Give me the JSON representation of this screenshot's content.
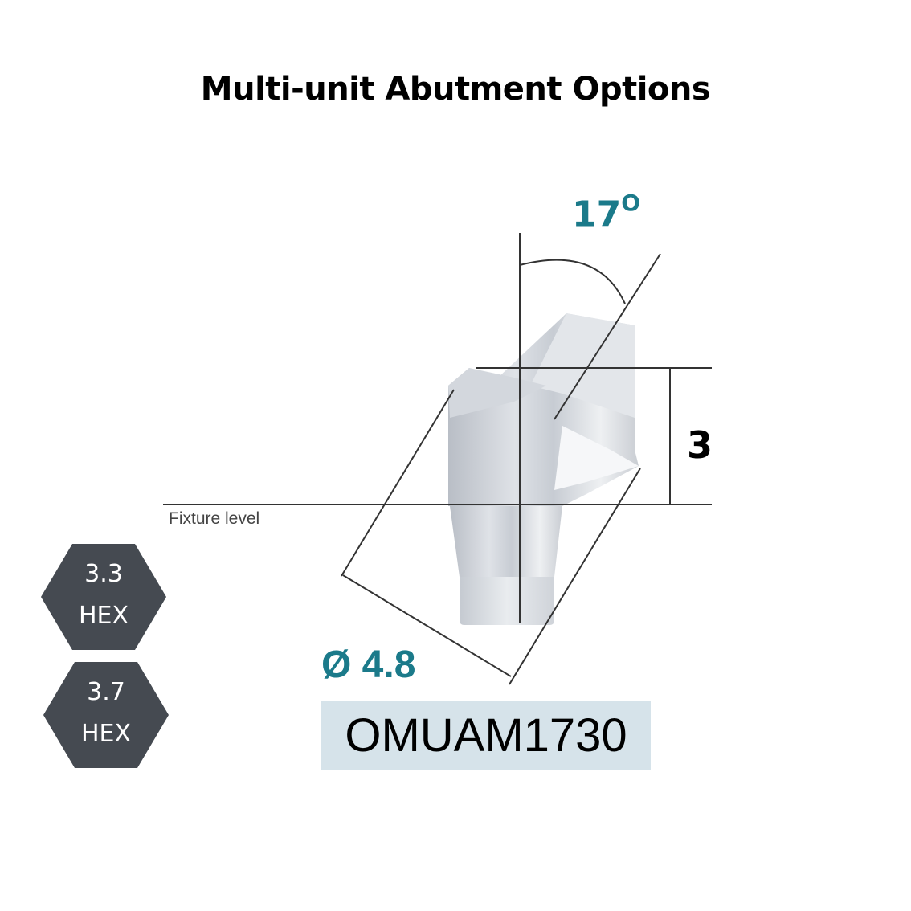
{
  "title": "Multi-unit Abutment Options",
  "diagram": {
    "angle": {
      "value": "17",
      "unit": "O"
    },
    "height": "3",
    "fixture_label": "Fixture level",
    "diameter": "Ø 4.8",
    "product_code": "OMUAM1730"
  },
  "hex_badges": [
    {
      "size": "3.3",
      "label": "HEX"
    },
    {
      "size": "3.7",
      "label": "HEX"
    }
  ],
  "colors": {
    "accent_teal": "#1b7a8a",
    "hex_fill": "#454a51",
    "code_box_bg": "#d6e3ea"
  }
}
